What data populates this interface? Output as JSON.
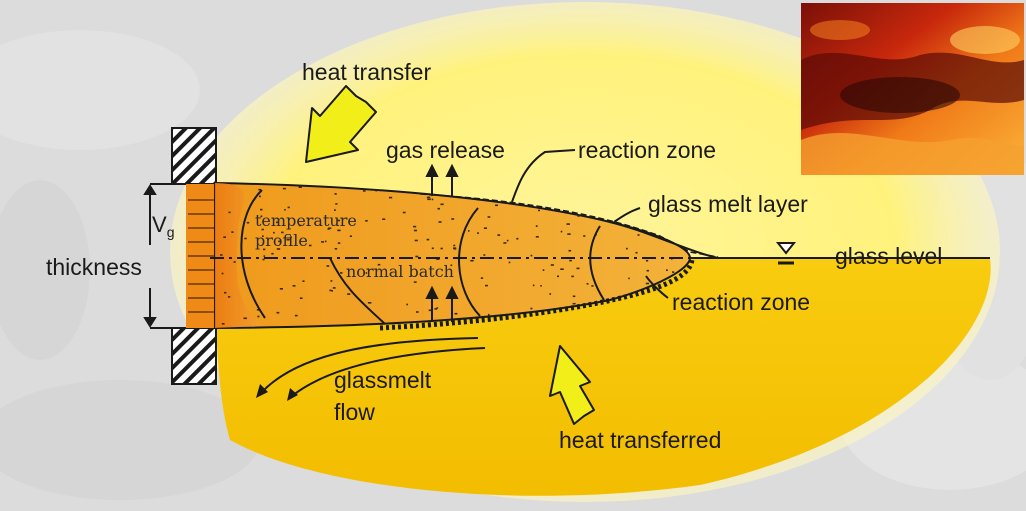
{
  "diagram": {
    "labels": {
      "heat_transfer": "heat transfer",
      "gas_release": "gas release",
      "reaction_zone_top": "reaction zone",
      "glass_melt_layer": "glass melt layer",
      "glass_level": "glass level",
      "reaction_zone_bottom": "reaction zone",
      "thickness": "thickness",
      "vg_main": "V",
      "vg_sub": "g",
      "temperature_profile_line1": "temperature",
      "temperature_profile_line2": "profile",
      "normal_batch": "normal batch",
      "glassmelt_flow_line1": "glassmelt",
      "glassmelt_flow_line2": "flow",
      "heat_transferred": "heat transferred"
    },
    "colors": {
      "glow_yellow": "#fff07a",
      "melt_yellow": "#f6c400",
      "batch_orange": "#f0a020",
      "arrow_fill": "#f2ee1a",
      "background_gray": "#d9d9d9"
    }
  }
}
